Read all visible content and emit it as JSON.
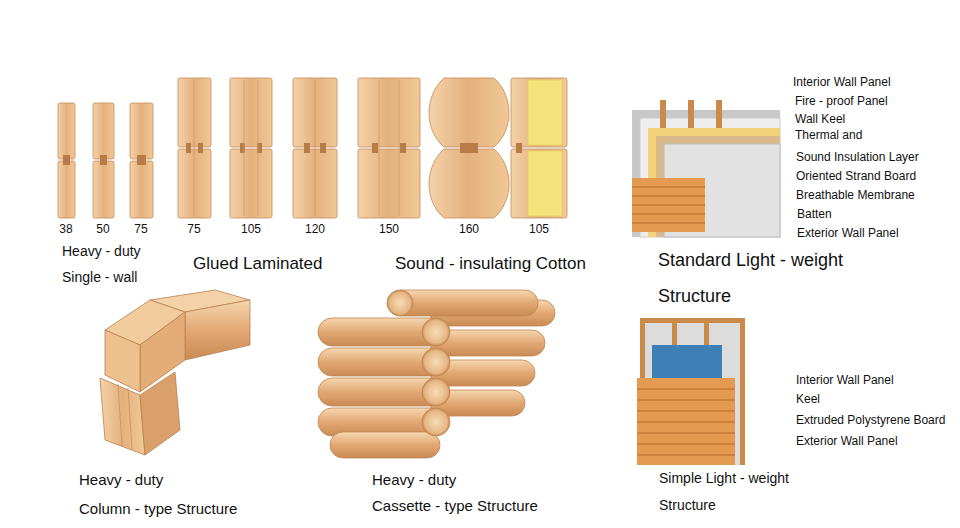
{
  "diagram": {
    "labels": [
      "38",
      "50",
      "75",
      "75",
      "105",
      "120",
      "150",
      "160",
      "105",
      "Heavy - duty Single - wall",
      "Glued Laminated",
      "Sound - insulating Cotton",
      "Interior Wall Panel",
      "Fire - proof Panel",
      "Wall Keel",
      "Thermal and",
      "Sound Insulation Layer",
      "Oriented Strand Board",
      "Breathable Membrane",
      "Batten",
      "Exterior Wall Panel",
      "Standard Light - weight Structure",
      "Heavy - duty",
      "Column - type Structure",
      "Heavy - duty",
      "Cassette - type Structure",
      "Interior Wall Panel",
      "Keel",
      "Extruded Polystyrene Board",
      "Exterior Wall Panel",
      "Simple Light - weight Structure"
    ]
  }
}
